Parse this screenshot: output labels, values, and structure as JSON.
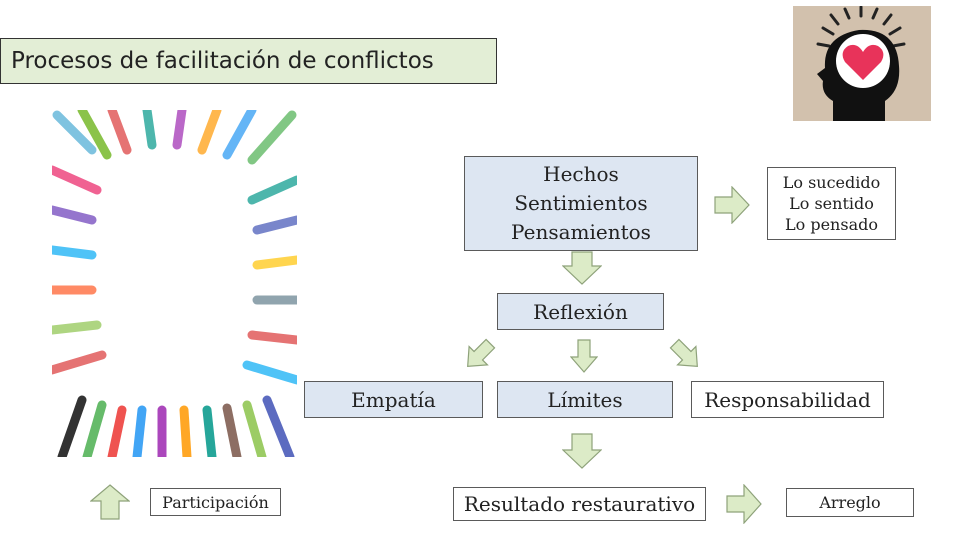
{
  "title": "Procesos de facilitación de conflictos",
  "nodes": {
    "hechos": [
      "Hechos",
      "Sentimientos",
      "Pensamientos"
    ],
    "sucedido": [
      "Lo sucedido",
      "Lo sentido",
      "Lo pensado"
    ],
    "reflexion": "Reflexión",
    "empatia": "Empatía",
    "limites": "Límites",
    "responsabilidad": "Responsabilidad",
    "participacion": "Participación",
    "resultado": "Resultado restaurativo",
    "arreglo": "Arreglo"
  },
  "colors": {
    "arrow_fill": "#dcebc7",
    "arrow_stroke": "#8ea27a",
    "box_blue": "#dde6f2",
    "heart": "#e8335a"
  },
  "icons": [
    "head-heart-icon",
    "hands-collage-image"
  ]
}
